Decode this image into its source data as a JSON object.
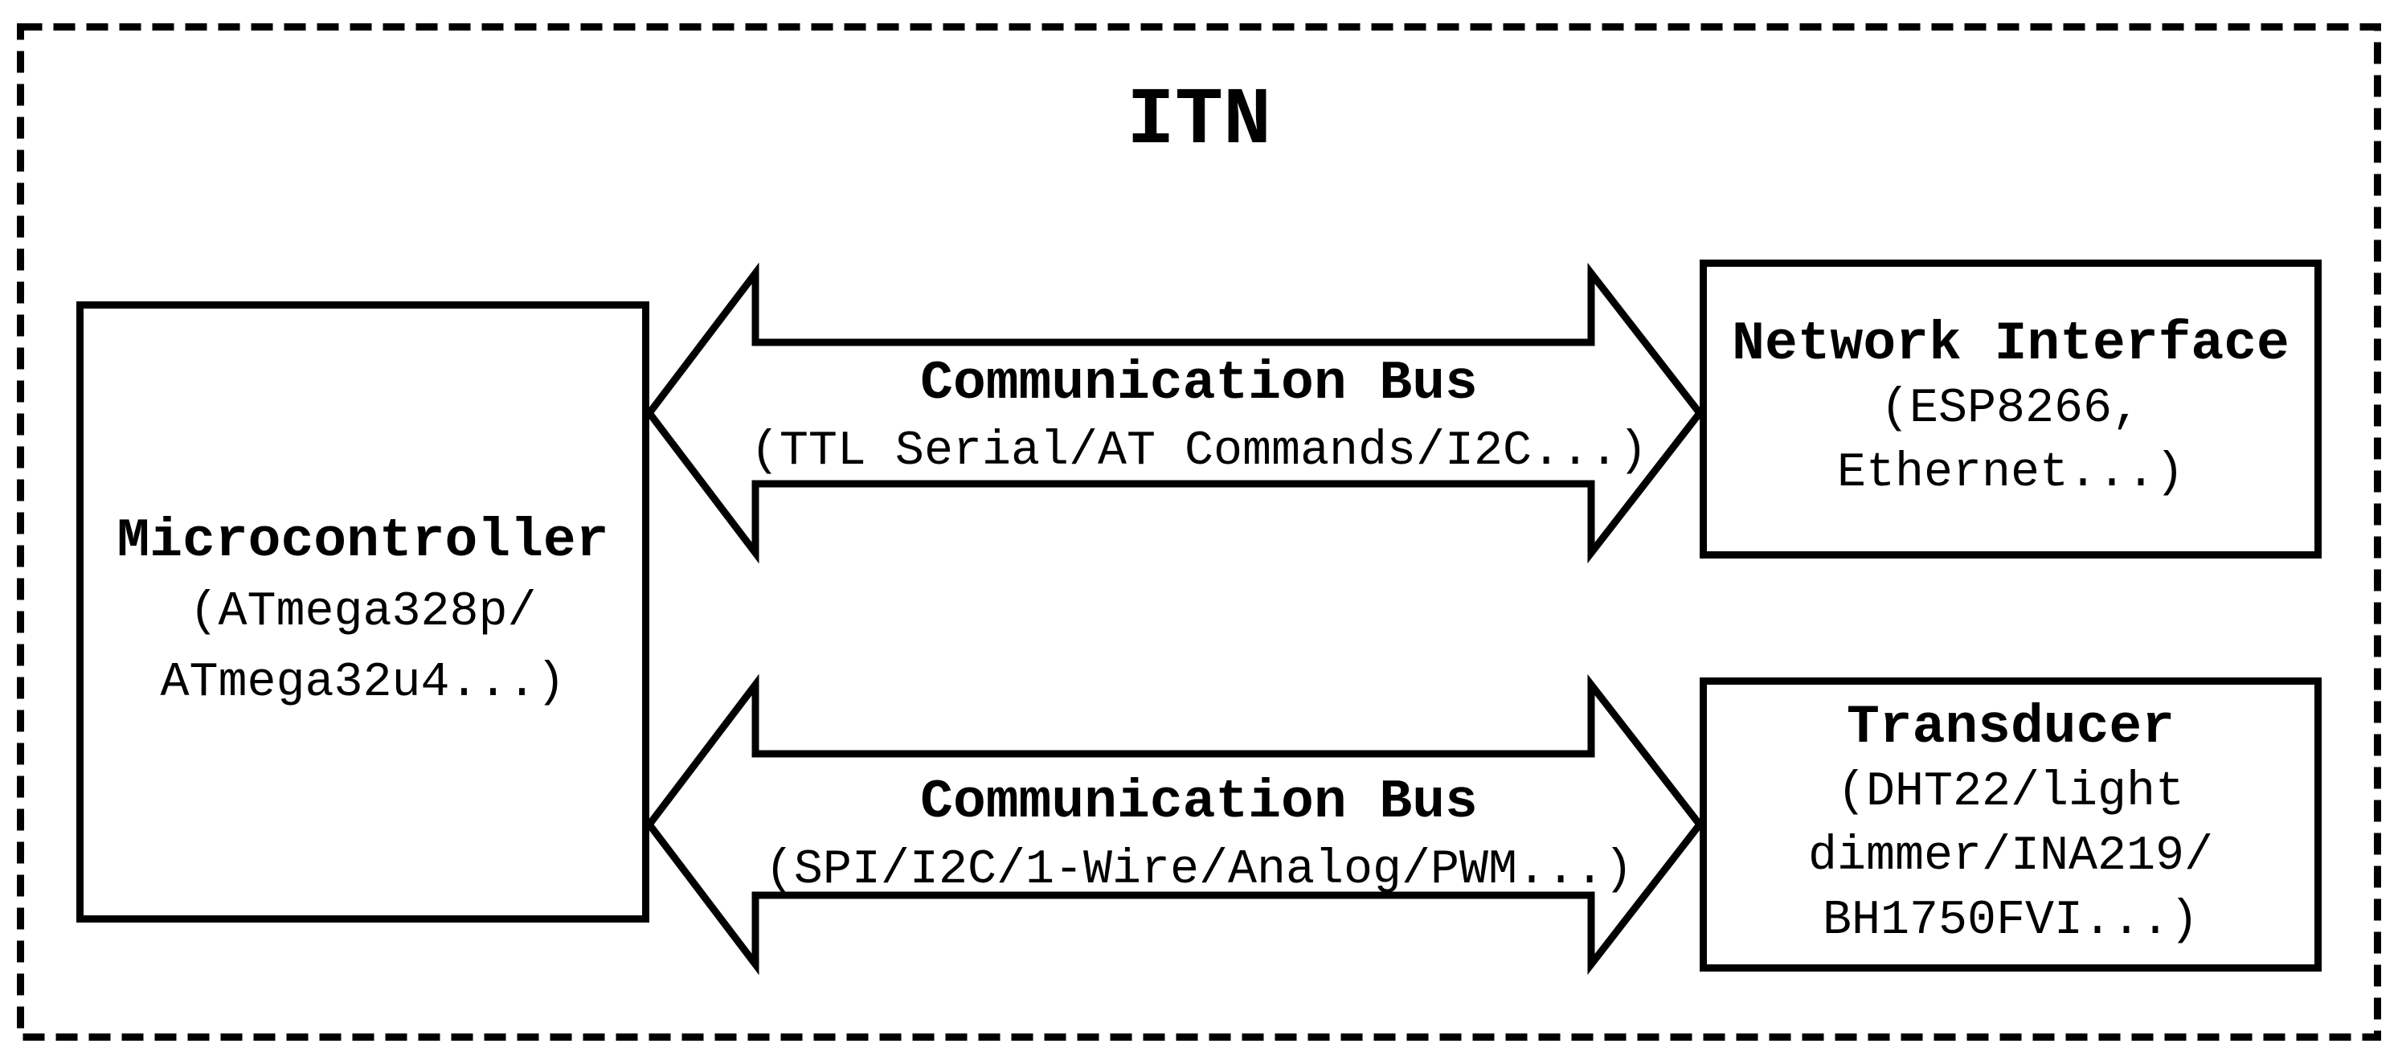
{
  "title": "ITN",
  "boxes": {
    "microcontroller": {
      "title": "Microcontroller",
      "line1": "(ATmega328p/",
      "line2": "ATmega32u4...)"
    },
    "network_interface": {
      "title": "Network Interface",
      "line1": "(ESP8266,",
      "line2": "Ethernet...)"
    },
    "transducer": {
      "title": "Transducer",
      "line1": "(DHT22/light",
      "line2": "dimmer/INA219/",
      "line3": "BH1750FVI...)"
    }
  },
  "arrows": {
    "top": {
      "label": "Communication Bus",
      "sublabel": "(TTL Serial/AT Commands/I2C...)"
    },
    "bottom": {
      "label": "Communication Bus",
      "sublabel": "(SPI/I2C/1-Wire/Analog/PWM...)"
    }
  },
  "colors": {
    "foreground": "#000000",
    "background": "#ffffff"
  }
}
